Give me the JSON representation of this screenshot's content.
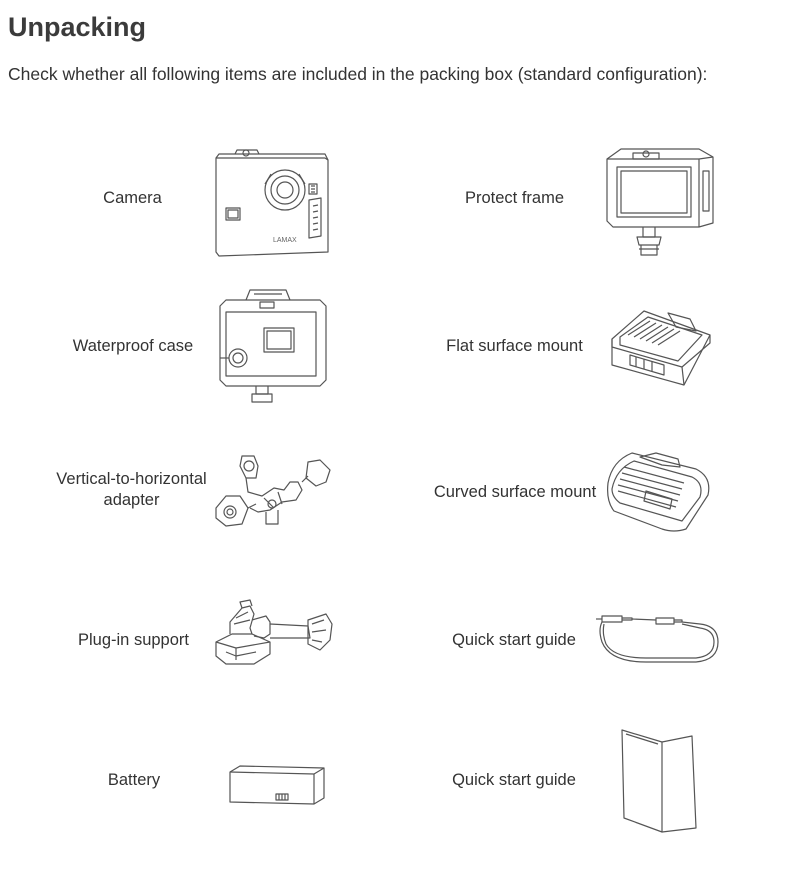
{
  "heading": "Unpacking",
  "intro": "Check whether all following items are included in the packing box (standard configuration):",
  "items": [
    {
      "label": "Camera",
      "icon": "camera-icon"
    },
    {
      "label": "Protect frame",
      "icon": "protect-frame-icon"
    },
    {
      "label": "Waterproof case",
      "icon": "waterproof-case-icon"
    },
    {
      "label": "Flat surface mount",
      "icon": "flat-surface-mount-icon"
    },
    {
      "label": "Vertical-to-horizontal",
      "label2": "adapter",
      "icon": "adapter-icon"
    },
    {
      "label": "Curved surface mount",
      "icon": "curved-surface-mount-icon"
    },
    {
      "label": "Plug-in support",
      "icon": "plug-in-support-icon"
    },
    {
      "label": "Quick start guide",
      "icon": "cable-icon"
    },
    {
      "label": "Battery",
      "icon": "battery-icon"
    },
    {
      "label": "Quick start guide",
      "icon": "guide-booklet-icon"
    }
  ],
  "camera_logo_text": "LAMAX",
  "colors": {
    "line": "#555555",
    "text": "#333333",
    "heading": "#3b3b3b"
  }
}
